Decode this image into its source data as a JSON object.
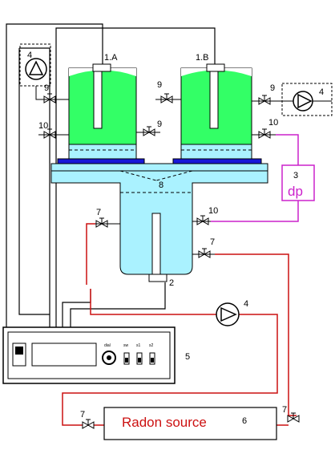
{
  "diagram": {
    "labels": {
      "column_a": "1.A",
      "column_b": "1.B",
      "sensor": "2",
      "dp_number": "3",
      "dp_text": "dp",
      "pump_left": "4",
      "pump_right": "4",
      "pump_bottom": "4",
      "controller": "5",
      "radon_source_number": "6",
      "radon_source_text": "Radon source",
      "valve_left_bottom": "7",
      "valve_right_bottom": "7",
      "valve_chamber_left": "7",
      "valve_chamber_right": "7",
      "junction": "8",
      "valve_9_a": "9",
      "valve_9_b": "9",
      "valve_9_c": "9",
      "valve_9_d": "9",
      "valve_10_a": "10",
      "valve_10_b": "10",
      "valve_10_c": "10"
    },
    "controller_panel": {
      "knob_label": "dial",
      "switch_labels": [
        "sw",
        "s1",
        "s2"
      ]
    },
    "colors": {
      "liquid_green": "#33ff66",
      "vessel_cyan": "#aaf2ff",
      "membrane_blue": "#1818d8",
      "red_line": "#cc1111",
      "magenta_line": "#cc22cc",
      "outline": "#000000"
    }
  }
}
